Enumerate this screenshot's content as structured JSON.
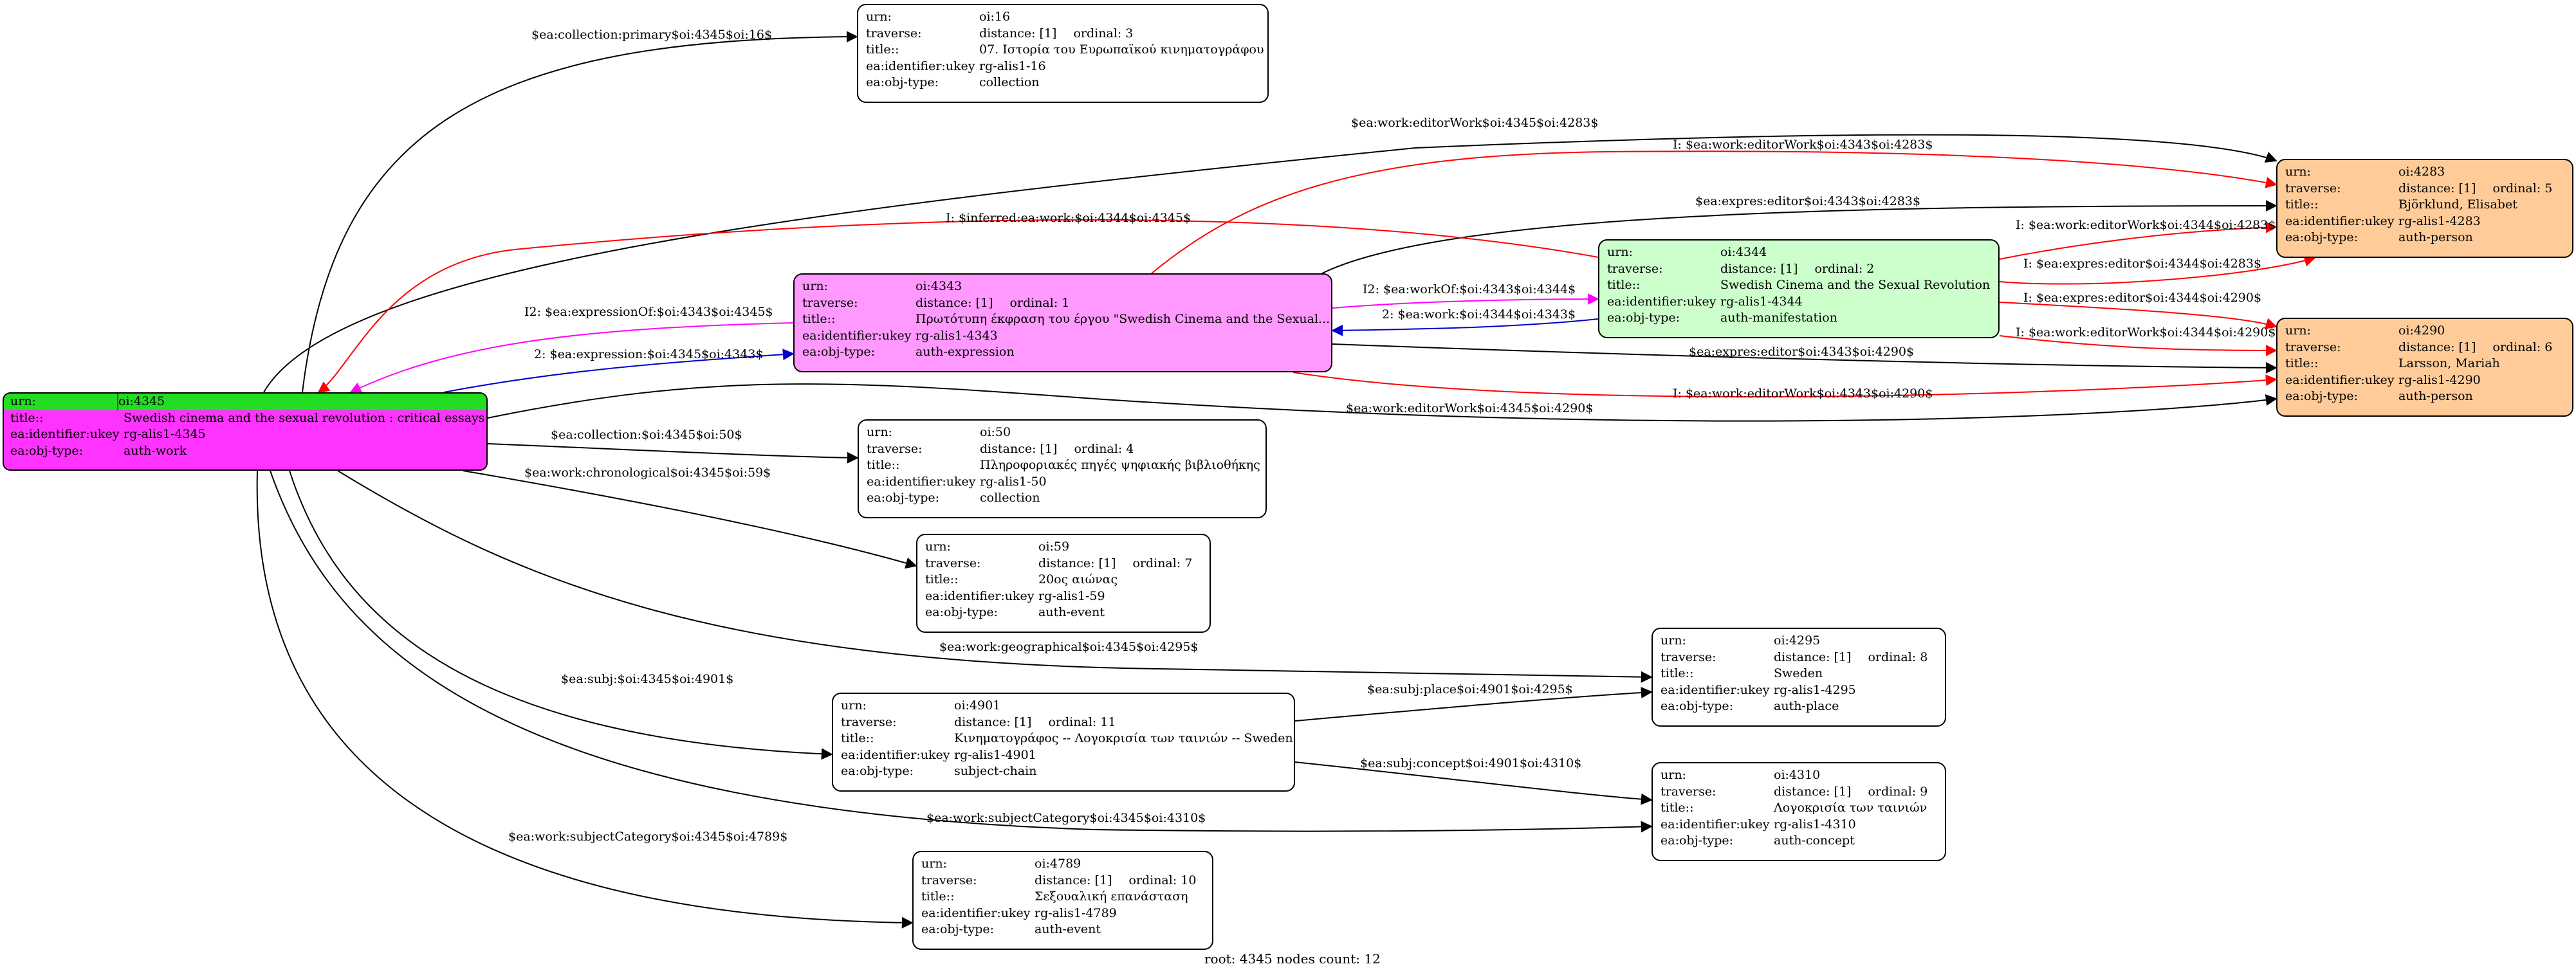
{
  "colors": {
    "root": "#ff33ff",
    "root_header": "#22dd22",
    "expression": "#ff99ff",
    "manifestation": "#ccffcc",
    "person": "#ffcc99",
    "default": "#ffffff",
    "edge_black": "#000000",
    "edge_red": "#ff0000",
    "edge_magenta": "#ff00ff",
    "edge_blue": "#0000cc"
  },
  "labels": {
    "urn": "urn:",
    "traverse": "traverse:",
    "title": "title::",
    "identifier": "ea:identifier:ukey",
    "objtype": "ea:obj-type:"
  },
  "nodes": {
    "n4345": {
      "urn": "oi:4345",
      "title": "Swedish cinema and the sexual revolution : critical essays",
      "identifier": "rg-alis1-4345",
      "objtype": "auth-work"
    },
    "n16": {
      "urn": "oi:16",
      "distance": "distance: [1]",
      "ordinal": "ordinal: 3",
      "title": "07. Ιστορία του Ευρωπαϊκού κινηματογράφου",
      "identifier": "rg-alis1-16",
      "objtype": "collection"
    },
    "n4343": {
      "urn": "oi:4343",
      "distance": "distance: [1]",
      "ordinal": "ordinal: 1",
      "title": "Πρωτότυπη έκφραση του έργου \"Swedish Cinema and the Sexual...",
      "identifier": "rg-alis1-4343",
      "objtype": "auth-expression"
    },
    "n4344": {
      "urn": "oi:4344",
      "distance": "distance: [1]",
      "ordinal": "ordinal: 2",
      "title": "Swedish Cinema and the Sexual Revolution",
      "identifier": "rg-alis1-4344",
      "objtype": "auth-manifestation"
    },
    "n4283": {
      "urn": "oi:4283",
      "distance": "distance: [1]",
      "ordinal": "ordinal: 5",
      "title": "Björklund, Elisabet",
      "identifier": "rg-alis1-4283",
      "objtype": "auth-person"
    },
    "n4290": {
      "urn": "oi:4290",
      "distance": "distance: [1]",
      "ordinal": "ordinal: 6",
      "title": "Larsson, Mariah",
      "identifier": "rg-alis1-4290",
      "objtype": "auth-person"
    },
    "n50": {
      "urn": "oi:50",
      "distance": "distance: [1]",
      "ordinal": "ordinal: 4",
      "title": "Πληροφοριακές πηγές ψηφιακής βιβλιοθήκης",
      "identifier": "rg-alis1-50",
      "objtype": "collection"
    },
    "n59": {
      "urn": "oi:59",
      "distance": "distance: [1]",
      "ordinal": "ordinal: 7",
      "title": "20ος αιώνας",
      "identifier": "rg-alis1-59",
      "objtype": "auth-event"
    },
    "n4295": {
      "urn": "oi:4295",
      "distance": "distance: [1]",
      "ordinal": "ordinal: 8",
      "title": "Sweden",
      "identifier": "rg-alis1-4295",
      "objtype": "auth-place"
    },
    "n4901": {
      "urn": "oi:4901",
      "distance": "distance: [1]",
      "ordinal": "ordinal: 11",
      "title": "Κινηματογράφος -- Λογοκρισία των ταινιών -- Sweden",
      "identifier": "rg-alis1-4901",
      "objtype": "subject-chain"
    },
    "n4310": {
      "urn": "oi:4310",
      "distance": "distance: [1]",
      "ordinal": "ordinal: 9",
      "title": "Λογοκρισία των ταινιών",
      "identifier": "rg-alis1-4310",
      "objtype": "auth-concept"
    },
    "n4789": {
      "urn": "oi:4789",
      "distance": "distance: [1]",
      "ordinal": "ordinal: 10",
      "title": "Σεξουαλική επανάσταση",
      "identifier": "rg-alis1-4789",
      "objtype": "auth-event"
    }
  },
  "edges": [
    {
      "id": "e1",
      "label": "$ea:collection:primary$oi:4345$oi:16$",
      "color": "edge_black"
    },
    {
      "id": "e2",
      "label": "$ea:work:editorWork$oi:4345$oi:4283$",
      "color": "edge_black"
    },
    {
      "id": "e3",
      "label": "I: $ea:work:editorWork$oi:4343$oi:4283$",
      "color": "edge_red"
    },
    {
      "id": "e4",
      "label": "$ea:expres:editor$oi:4343$oi:4283$",
      "color": "edge_black"
    },
    {
      "id": "e5",
      "label": "I: $inferred:ea:work:$oi:4344$oi:4345$",
      "color": "edge_red"
    },
    {
      "id": "e6",
      "label": "I: $ea:work:editorWork$oi:4344$oi:4283$",
      "color": "edge_red"
    },
    {
      "id": "e7",
      "label": "I: $ea:expres:editor$oi:4344$oi:4283$",
      "color": "edge_red"
    },
    {
      "id": "e8",
      "label": "I2: $ea:expressionOf:$oi:4343$oi:4345$",
      "color": "edge_magenta"
    },
    {
      "id": "e9",
      "label": "I2: $ea:workOf:$oi:4343$oi:4344$",
      "color": "edge_magenta"
    },
    {
      "id": "e10",
      "label": "2: $ea:work:$oi:4344$oi:4343$",
      "color": "edge_blue"
    },
    {
      "id": "e11",
      "label": "2: $ea:expression:$oi:4345$oi:4343$",
      "color": "edge_blue"
    },
    {
      "id": "e12",
      "label": "I: $ea:expres:editor$oi:4344$oi:4290$",
      "color": "edge_red"
    },
    {
      "id": "e13",
      "label": "I: $ea:work:editorWork$oi:4344$oi:4290$",
      "color": "edge_red"
    },
    {
      "id": "e14",
      "label": "$ea:expres:editor$oi:4343$oi:4290$",
      "color": "edge_black"
    },
    {
      "id": "e15",
      "label": "I: $ea:work:editorWork$oi:4343$oi:4290$",
      "color": "edge_red"
    },
    {
      "id": "e16",
      "label": "$ea:work:editorWork$oi:4345$oi:4290$",
      "color": "edge_black"
    },
    {
      "id": "e17",
      "label": "$ea:collection:$oi:4345$oi:50$",
      "color": "edge_black"
    },
    {
      "id": "e18",
      "label": "$ea:work:chronological$oi:4345$oi:59$",
      "color": "edge_black"
    },
    {
      "id": "e19",
      "label": "$ea:work:geographical$oi:4345$oi:4295$",
      "color": "edge_black"
    },
    {
      "id": "e20",
      "label": "$ea:subj:$oi:4345$oi:4901$",
      "color": "edge_black"
    },
    {
      "id": "e21",
      "label": "$ea:subj:place$oi:4901$oi:4295$",
      "color": "edge_black"
    },
    {
      "id": "e22",
      "label": "$ea:subj:concept$oi:4901$oi:4310$",
      "color": "edge_black"
    },
    {
      "id": "e23",
      "label": "$ea:work:subjectCategory$oi:4345$oi:4310$",
      "color": "edge_black"
    },
    {
      "id": "e24",
      "label": "$ea:work:subjectCategory$oi:4345$oi:4789$",
      "color": "edge_black"
    }
  ],
  "footer": "root: 4345 nodes count: 12"
}
